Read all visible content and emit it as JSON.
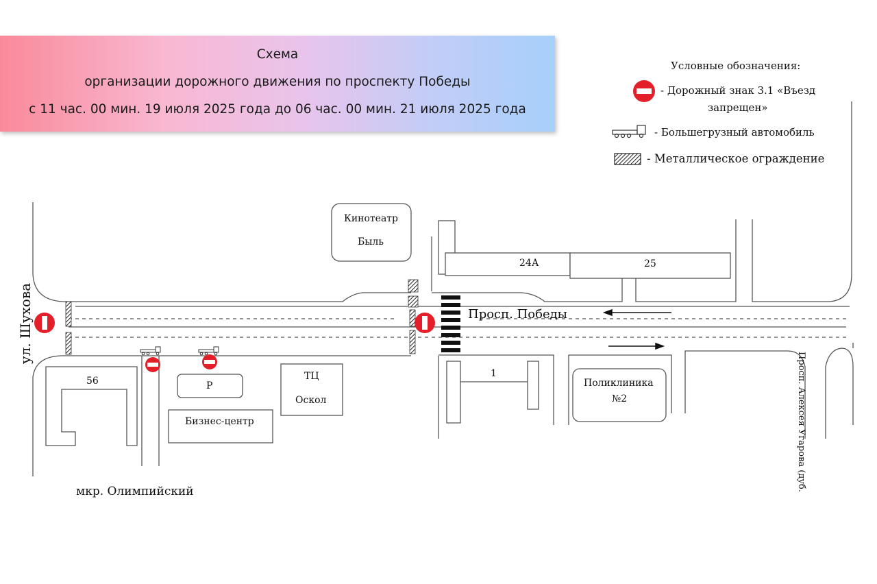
{
  "title": {
    "line1": "Схема",
    "line2": "организации дорожного движения по проспекту Победы",
    "line3": "с 11 час. 00 мин. 19 июля 2025 года до 06 час. 00 мин. 21 июля 2025 года"
  },
  "legend": {
    "heading": "Условные обозначения:",
    "items": [
      {
        "icon": "no-entry-sign-icon",
        "text_line1": "- Дорожный знак 3.1 «Въезд",
        "text_line2": "запрещен»"
      },
      {
        "icon": "heavy-truck-icon",
        "text_line1": "- Большегрузный автомобиль"
      },
      {
        "icon": "metal-barrier-icon",
        "text_line1": "- Металлическое ограждение"
      }
    ]
  },
  "colors": {
    "sign_red": "#e3202a",
    "sign_white": "#ffffff",
    "line": "#555555",
    "banner_left": "#f98a9a",
    "banner_right": "#a6d0fb"
  },
  "streets": {
    "shukhova": "ул. Шухова",
    "pobedy": "Просп. Победы",
    "ugarova": "Просп. Алексея Угарова (дуб.",
    "olimpiyskiy": "мкр. Олимпийский"
  },
  "buildings": {
    "kino_line1": "Кинотеатр",
    "kino_line2": "Быль",
    "b24a": "24А",
    "b25": "25",
    "b56": "56",
    "parking": "Р",
    "business": "Бизнес-центр",
    "tc_line1": "ТЦ",
    "tc_line2": "Оскол",
    "b1": "1",
    "poly_line1": "Поликлиника",
    "poly_line2": "№2"
  }
}
